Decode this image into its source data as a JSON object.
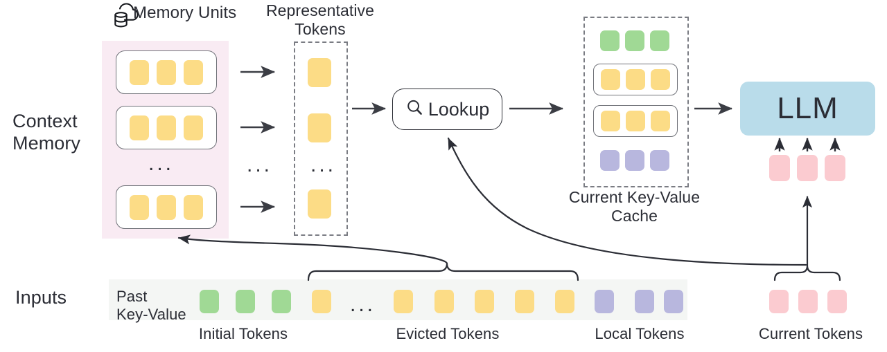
{
  "figure": {
    "title": "Context memory lookup architecture for LLM key-value cache",
    "row_labels": {
      "context_memory": "Context\nMemory",
      "inputs": "Inputs"
    },
    "headers": {
      "memory_units": "Memory Units",
      "representative_tokens": "Representative\nTokens",
      "current_kv_cache": "Current Key-Value\nCache"
    },
    "lookup": {
      "label": "Lookup",
      "icon": "search-icon"
    },
    "llm": {
      "label": "LLM"
    },
    "inputs_row": {
      "past_kv_label": "Past\nKey-Value",
      "group_labels": {
        "initial": "Initial Tokens",
        "evicted": "Evicted Tokens",
        "local": "Local Tokens",
        "current": "Current Tokens"
      },
      "ellipsis": "...",
      "tokens": [
        {
          "color": "green",
          "group": "initial"
        },
        {
          "color": "green",
          "group": "initial"
        },
        {
          "color": "green",
          "group": "initial"
        },
        {
          "color": "yellow",
          "group": "evicted"
        },
        {
          "color": "yellow",
          "group": "evicted"
        },
        {
          "color": "yellow",
          "group": "evicted"
        },
        {
          "color": "yellow",
          "group": "evicted"
        },
        {
          "color": "yellow",
          "group": "evicted"
        },
        {
          "color": "yellow",
          "group": "evicted"
        },
        {
          "color": "purple",
          "group": "local"
        },
        {
          "color": "purple",
          "group": "local"
        },
        {
          "color": "purple",
          "group": "local"
        }
      ],
      "current_tokens": [
        {
          "color": "pink"
        },
        {
          "color": "pink"
        },
        {
          "color": "pink"
        }
      ]
    },
    "memory_units": {
      "ellipsis": "...",
      "units": [
        {
          "tokens": [
            "yellow",
            "yellow",
            "yellow"
          ]
        },
        {
          "tokens": [
            "yellow",
            "yellow",
            "yellow"
          ]
        },
        {
          "tokens": [
            "yellow",
            "yellow",
            "yellow"
          ]
        }
      ]
    },
    "representative_tokens": {
      "ellipsis": "...",
      "tokens": [
        "yellow",
        "yellow",
        "yellow"
      ]
    },
    "kv_cache": {
      "rows": [
        {
          "style": "plain",
          "tokens": [
            "green",
            "green",
            "green"
          ]
        },
        {
          "style": "boxed",
          "tokens": [
            "yellow",
            "yellow",
            "yellow"
          ]
        },
        {
          "style": "boxed",
          "tokens": [
            "yellow",
            "yellow",
            "yellow"
          ]
        },
        {
          "style": "plain",
          "tokens": [
            "purple",
            "purple",
            "purple"
          ]
        }
      ]
    },
    "colors": {
      "yellow": "#fcdc86",
      "green": "#a0d995",
      "purple": "#b8b7de",
      "pink": "#fbcbd0",
      "llm_blue": "#b9dcea",
      "context_bg": "#f9ebf3",
      "inputs_bg": "#f4f6f4",
      "stroke": "#2b2d35"
    }
  }
}
